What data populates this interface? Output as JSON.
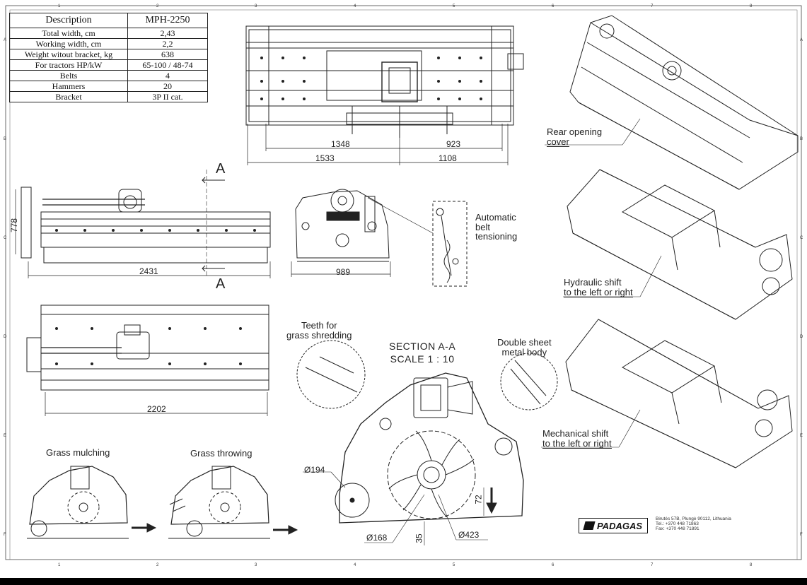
{
  "spec_table": {
    "header": [
      "Description",
      "MPH-2250"
    ],
    "rows": [
      [
        "Total width, cm",
        "2,43"
      ],
      [
        "Working width, cm",
        "2,2"
      ],
      [
        "Weight witout bracket, kg",
        "638"
      ],
      [
        "For tractors HP/kW",
        "65-100 / 48-74"
      ],
      [
        "Belts",
        "4"
      ],
      [
        "Hammers",
        "20"
      ],
      [
        "Bracket",
        "3P II cat."
      ]
    ]
  },
  "dimensions": {
    "d1348": "1348",
    "d923": "923",
    "d1533": "1533",
    "d1108": "1108",
    "d778": "778",
    "d2431": "2431",
    "d989": "989",
    "d2202": "2202",
    "d194": "Ø194",
    "d168": "Ø168",
    "d423": "Ø423",
    "d72": "72",
    "d35": "35"
  },
  "section_marks": {
    "a_top": "A",
    "a_bottom": "A"
  },
  "labels": {
    "rear_opening_1": "Rear opening",
    "rear_opening_2": "cover",
    "auto_belt_1": "Automatic",
    "auto_belt_2": "belt",
    "auto_belt_3": "tensioning",
    "hydraulic_1": "Hydraulic shift",
    "hydraulic_2": "to the left or right",
    "mechanical_1": "Mechanical shift",
    "mechanical_2": "to the left or right",
    "teeth_1": "Teeth for",
    "teeth_2": "grass shredding",
    "double_sheet_1": "Double sheet",
    "double_sheet_2": "metal body",
    "section_1": "SECTION A-A",
    "section_2": "SCALE 1 : 10",
    "grass_mulching": "Grass mulching",
    "grass_throwing": "Grass throwing"
  },
  "brand": {
    "logo": "PADAGAS",
    "address_1": "Birutės 57B, Plungė 90112, Lithuania",
    "address_2": "Tel.: +370 448 71863",
    "address_3": "Fax: +370 448 71891"
  },
  "grid": {
    "columns": [
      "1",
      "2",
      "3",
      "4",
      "5",
      "6",
      "7",
      "8"
    ],
    "rows": [
      "A",
      "B",
      "C",
      "D",
      "E",
      "F"
    ]
  }
}
